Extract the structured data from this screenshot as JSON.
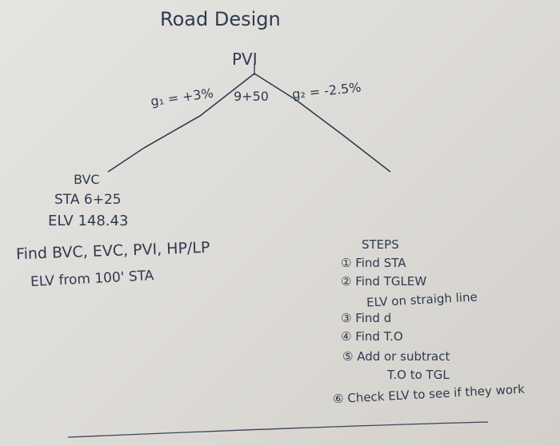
{
  "title": "Road Design",
  "curve": {
    "pvi_label": "PVI",
    "pvi_station": "9+50",
    "g1": "g₁ = +3%",
    "g2": "g₂ = -2.5%"
  },
  "bvc": {
    "label": "BVC",
    "station": "STA 6+25",
    "elevation": "ELV 148.43"
  },
  "task": {
    "find": "Find BVC, EVC, PVI, HP/LP",
    "elv_from": "ELV from 100' STA"
  },
  "steps": {
    "heading": "STEPS",
    "s1": "① Find STA",
    "s2": "② Find TGLEW",
    "s2b": "ELV on straigh line",
    "s3": "③ Find d",
    "s4": "④ Find T.O",
    "s5": "⑤ Add or subtract",
    "s5b": "T.O to TGL",
    "s6": "⑥ Check ELV to see if they work"
  }
}
